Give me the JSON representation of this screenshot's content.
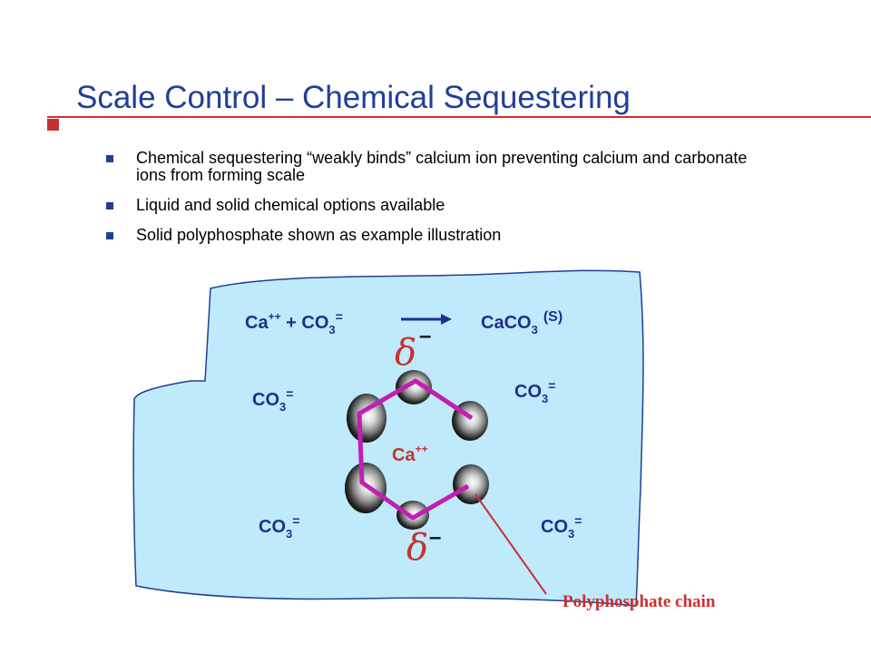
{
  "slide": {
    "title": "Scale Control – Chemical Sequestering",
    "accent_color": "#c8312e",
    "title_color": "#1f3f97",
    "bullets": [
      "Chemical sequestering “weakly binds” calcium ion preventing calcium and carbonate ions from forming scale",
      "Liquid and solid chemical options available",
      "Solid polyphosphate shown as example illustration"
    ]
  },
  "diagram": {
    "water_color": "#bfeafb",
    "reaction": {
      "reactant_ca": "Ca",
      "reactant_ca_charge": "++",
      "plus": " + ",
      "reactant_co3": "CO",
      "reactant_co3_sub": "3",
      "reactant_co3_charge": "=",
      "product": "CaCO",
      "product_sub": "3",
      "product_state": "(S)",
      "arrow_icon": "right-arrow-icon"
    },
    "carbonate_ions": [
      {
        "base": "CO",
        "sub": "3",
        "charge": "="
      },
      {
        "base": "CO",
        "sub": "3",
        "charge": "="
      },
      {
        "base": "CO",
        "sub": "3",
        "charge": "="
      },
      {
        "base": "CO",
        "sub": "3",
        "charge": "="
      }
    ],
    "calcium_center": {
      "base": "Ca",
      "charge": "++"
    },
    "partial_charge_top": {
      "symbol": "δ",
      "sign": "–"
    },
    "partial_charge_bottom": {
      "symbol": "δ",
      "sign": "–"
    },
    "chain_label": "Polyphosphate chain",
    "chain_color": "#c21fb2",
    "ion_color": "#1f2f8f",
    "label_red": "#c8312e"
  }
}
